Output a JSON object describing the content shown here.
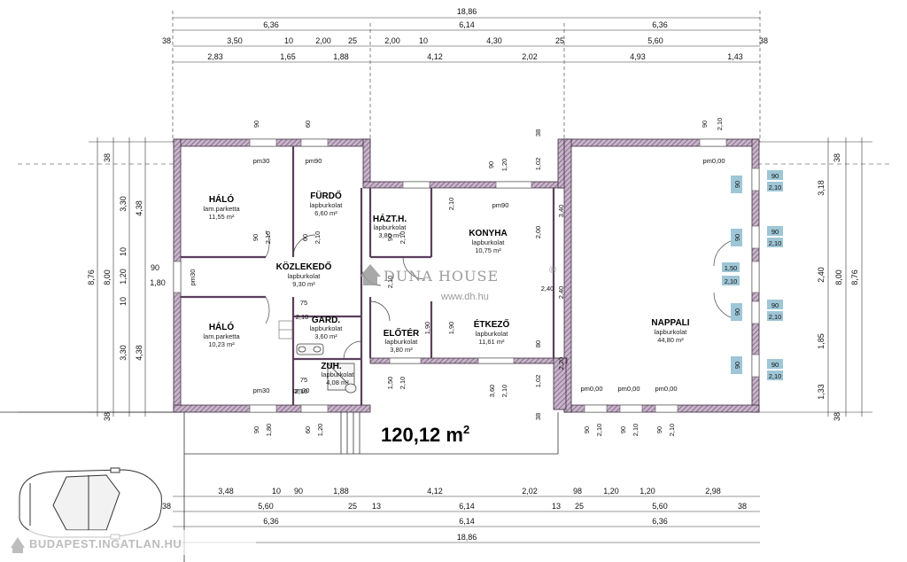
{
  "floor_plan": {
    "total_area": "120,12 m",
    "total_area_sup": "2",
    "watermark_brand": "DUNA HOUSE",
    "watermark_reg": "®",
    "watermark_url": "www.dh.hu",
    "site_brand": "BUDAPEST.INGATLAN.HU",
    "rooms": [
      {
        "name": "HÁLÓ",
        "floor": "lam.parketta",
        "area": "11,55 m²"
      },
      {
        "name": "FÜRDŐ",
        "floor": "lapburkolat",
        "area": "6,60 m²"
      },
      {
        "name": "HÁZT.H.",
        "floor": "lapburkolat",
        "area": "3,80 m²"
      },
      {
        "name": "KONYHA",
        "floor": "lapburkolat",
        "area": "10,75 m²"
      },
      {
        "name": "KÖZLEKEDŐ",
        "floor": "lapburkolat",
        "area": "9,30 m²"
      },
      {
        "name": "HÁLÓ",
        "floor": "lam.parketta",
        "area": "10,23 m²"
      },
      {
        "name": "GARD.",
        "floor": "lapburkolat",
        "area": "3,60 m²"
      },
      {
        "name": "ELŐTÉR",
        "floor": "lapburkolat",
        "area": "3,80 m²"
      },
      {
        "name": "ÉTKEZŐ",
        "floor": "lapburkolat",
        "area": "11,61 m²"
      },
      {
        "name": "ZUH.",
        "floor": "lapburkolat",
        "area": "4,08 m²"
      },
      {
        "name": "NAPPALI",
        "floor": "lapburkolat",
        "area": "44,80 m²"
      }
    ],
    "dims_top": {
      "row1": [
        "18,86"
      ],
      "row2": [
        "6,36",
        "6,14",
        "6,36"
      ],
      "row3": [
        "38",
        "3,50",
        "10",
        "2,00",
        "25",
        "2,00",
        "10",
        "4,30",
        "25",
        "5,60",
        "38"
      ],
      "row4": [
        "2,83",
        "1,65",
        "1,88",
        "4,12",
        "2,02",
        "4,93",
        "1,43"
      ]
    },
    "dims_bottom": {
      "row1": [
        "3,48",
        "10",
        "90",
        "1,88",
        "4,12",
        "2,02",
        "98",
        "1,20",
        "1,20",
        "2,98"
      ],
      "row2": [
        "38",
        "5,60",
        "25",
        "13",
        "6,14",
        "13",
        "25",
        "5,60",
        "38"
      ],
      "row3": [
        "6,36",
        "6,14",
        "6,36"
      ],
      "row4": [
        "18,86"
      ]
    },
    "dims_left": [
      "38",
      "3,30",
      "10",
      "1,20",
      "10",
      "3,30",
      "38",
      "4,38",
      "4,38",
      "8,00",
      "8,76",
      "90",
      "1,80"
    ],
    "dims_right": [
      "38",
      "3,18",
      "2,40",
      "1,85",
      "1,33",
      "38",
      "8,00",
      "8,76"
    ],
    "openings": [
      "90",
      "2,10",
      "1,50",
      "2,10",
      "90",
      "2,10",
      "90",
      "2,10"
    ],
    "interior_labels": [
      "pm30",
      "pm90",
      "pm90",
      "pm0,00",
      "pm0,00",
      "pm0,00",
      "pm0,00",
      "pm30",
      "pm30",
      "pm30",
      "90",
      "60",
      "90",
      "2,10",
      "60",
      "2,10",
      "75",
      "2,10",
      "75",
      "2,10",
      "3,40",
      "2,00",
      "2,40",
      "2,40",
      "2,20",
      "1,02",
      "1,02",
      "1,90",
      "1,90",
      "1,50",
      "2,10",
      "3,60",
      "2,10",
      "80",
      "38",
      "38",
      "1,20",
      "2,10",
      "90",
      "90",
      "2,10",
      "2,10",
      "90",
      "2,10"
    ],
    "bottom_openings": [
      "90",
      "1,80",
      "60",
      "1,20",
      "90",
      "2,10",
      "90",
      "2,10",
      "90",
      "2,10"
    ]
  }
}
